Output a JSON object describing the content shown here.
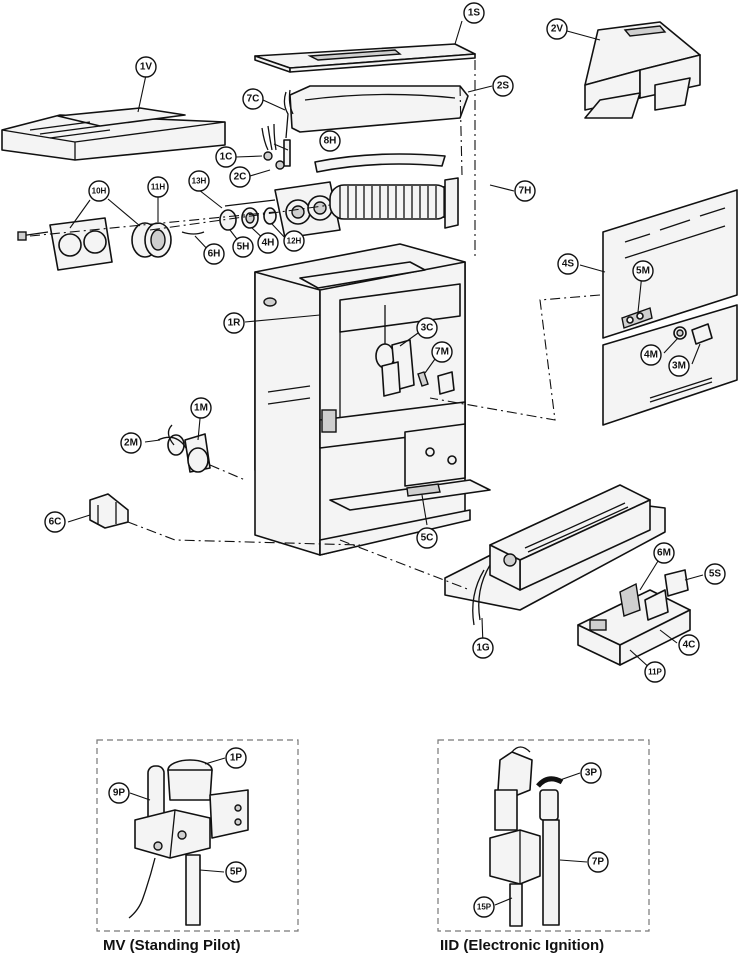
{
  "callouts": {
    "c1S": "1S",
    "c2V": "2V",
    "c1V": "1V",
    "c7C": "7C",
    "c2S": "2S",
    "c8H": "8H",
    "c1C": "1C",
    "c2C": "2C",
    "c13H": "13H",
    "c10H": "10H",
    "c11H": "11H",
    "c7H": "7H",
    "c5H": "5H",
    "c4H": "4H",
    "c12H": "12H",
    "c6H": "6H",
    "c4S": "4S",
    "c5M": "5M",
    "c1R": "1R",
    "c3C": "3C",
    "c7M": "7M",
    "c4M": "4M",
    "c3M": "3M",
    "c1M": "1M",
    "c2M": "2M",
    "c6C": "6C",
    "c5C": "5C",
    "c6M": "6M",
    "c5S": "5S",
    "c4C": "4C",
    "c1G": "1G",
    "c11P": "11P",
    "c1P": "1P",
    "c9P": "9P",
    "c5P": "5P",
    "c3P": "3P",
    "c7P": "7P",
    "c15P": "15P"
  },
  "insets": {
    "mv_caption": "MV (Standing Pilot)",
    "iid_caption": "IID (Electronic Ignition)"
  }
}
